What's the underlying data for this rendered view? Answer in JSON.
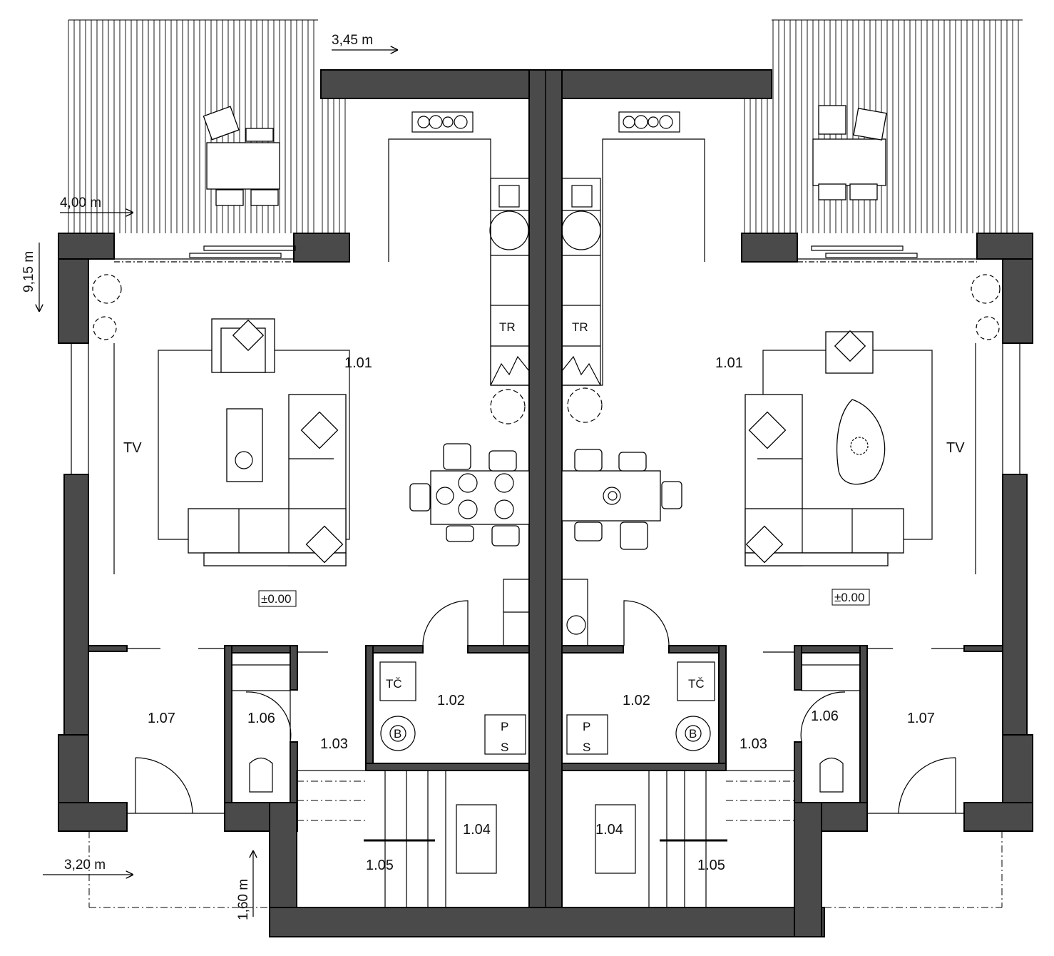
{
  "dimensions": {
    "terrace_width": "3,45 m",
    "terrace_depth": "4,00 m",
    "house_depth": "9,15 m",
    "entry_width": "3,20 m",
    "entry_depth": "1,60 m"
  },
  "left_unit": {
    "rooms": {
      "living": "1.01",
      "utility": "1.02",
      "hall": "1.03",
      "stair": "1.04",
      "landing": "1.05",
      "wc": "1.06",
      "entry": "1.07"
    },
    "labels": {
      "tv": "TV",
      "fridge": "TR",
      "heat_pump": "TČ",
      "boiler": "B",
      "washer_top": "P",
      "washer_bottom": "S",
      "level": "±0.00"
    }
  },
  "right_unit": {
    "rooms": {
      "living": "1.01",
      "utility": "1.02",
      "hall": "1.03",
      "stair": "1.04",
      "landing": "1.05",
      "wc": "1.06",
      "entry": "1.07"
    },
    "labels": {
      "tv": "TV",
      "fridge": "TR",
      "heat_pump": "TČ",
      "boiler": "B",
      "washer_top": "P",
      "washer_bottom": "S",
      "level": "±0.00"
    }
  }
}
